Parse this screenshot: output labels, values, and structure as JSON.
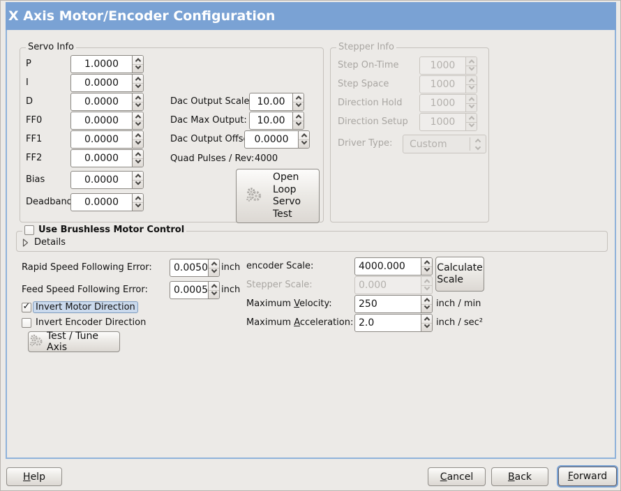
{
  "window": {
    "title": "X Axis Motor/Encoder Configuration"
  },
  "colors": {
    "titlebar_blue": "#7AA2D4",
    "content_border_blue": "#8FB2DA",
    "focus_highlight_bg": "#CBDAED",
    "background": "#ECEAE7"
  },
  "servo_info": {
    "legend": "Servo Info",
    "params": [
      {
        "label": "P",
        "value": "1.0000"
      },
      {
        "label": "I",
        "value": "0.0000"
      },
      {
        "label": "D",
        "value": "0.0000"
      },
      {
        "label": "FF0",
        "value": "0.0000"
      },
      {
        "label": "FF1",
        "value": "0.0000"
      },
      {
        "label": "FF2",
        "value": "0.0000"
      },
      {
        "label": "Bias",
        "value": "0.0000"
      },
      {
        "label": "Deadband",
        "value": "0.0000"
      }
    ],
    "dac": {
      "output_scale_label": "Dac Output Scale:",
      "output_scale": "10.00",
      "max_output_label": "Dac Max Output:",
      "max_output": "10.00",
      "output_offset_label": "Dac Output Offset:",
      "output_offset": "0.0000",
      "quad_pulses_label": "Quad Pulses / Rev:",
      "quad_pulses": "4000"
    },
    "open_loop_button_label": "Open\nLoop\nServo\nTest"
  },
  "stepper_info": {
    "legend": "Stepper Info",
    "rows": [
      {
        "label": "Step On-Time",
        "value": "1000"
      },
      {
        "label": "Step Space",
        "value": "1000"
      },
      {
        "label": "Direction Hold",
        "value": "1000"
      },
      {
        "label": "Direction Setup",
        "value": "1000"
      }
    ],
    "driver_type_label": "Driver Type:",
    "driver_type_value": "Custom"
  },
  "brushless": {
    "checkbox_label": "Use Brushless Motor Control",
    "checkbox_glyph": "",
    "details_label": "Details"
  },
  "following_error": {
    "rapid_label": "Rapid Speed Following Error:",
    "rapid_value": "0.0050",
    "rapid_unit": "inch",
    "feed_label": "Feed Speed Following Error:",
    "feed_value": "0.0005",
    "feed_unit": "inch"
  },
  "direction": {
    "invert_motor_label": "Invert Motor Direction",
    "invert_motor_glyph": "✓",
    "invert_encoder_label": "Invert Encoder Direction",
    "invert_encoder_glyph": "",
    "test_tune_button_label": "Test / Tune Axis"
  },
  "scale": {
    "encoder_scale_label": "encoder Scale:",
    "encoder_scale_value": "4000.000",
    "stepper_scale_label": "Stepper Scale:",
    "stepper_scale_value": "0.000",
    "calculate_button_label": "Calculate\nScale",
    "max_velocity_label": {
      "pre": "Maximum ",
      "m": "V",
      "post": "elocity:"
    },
    "max_velocity_value": "250",
    "max_velocity_unit": "inch / min",
    "max_accel_label": {
      "pre": "Maximum ",
      "m": "A",
      "post": "cceleration:"
    },
    "max_accel_value": "2.0",
    "max_accel_unit": "inch / sec²"
  },
  "action_bar": {
    "help": {
      "m": "H",
      "post": "elp"
    },
    "cancel": {
      "m": "C",
      "post": "ancel"
    },
    "back": {
      "m": "B",
      "post": "ack"
    },
    "forward": {
      "m": "F",
      "post": "orward"
    }
  }
}
